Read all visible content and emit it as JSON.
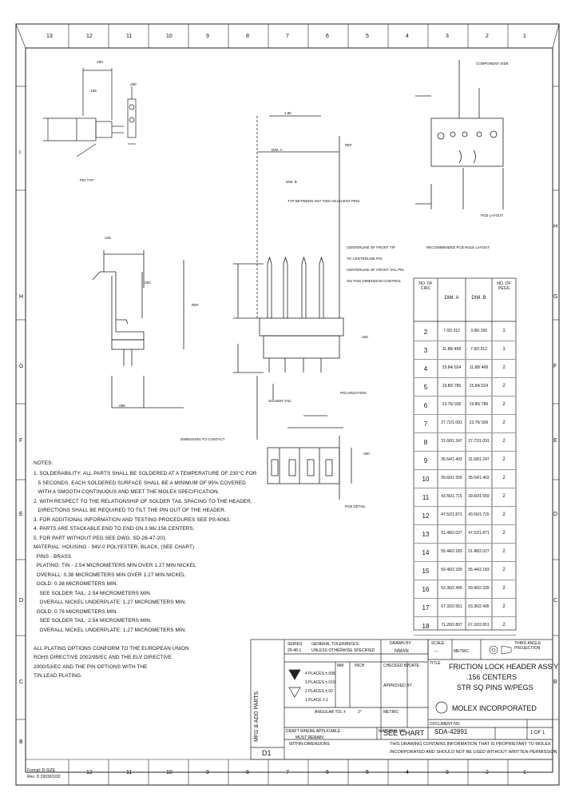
{
  "border": {
    "top_numbers": [
      "13",
      "12",
      "11",
      "10",
      "9",
      "8",
      "7",
      "6",
      "5",
      "4",
      "3",
      "2",
      "1"
    ],
    "bottom_numbers": [
      "12",
      "11",
      "10",
      "9",
      "8",
      "7",
      "6",
      "5",
      "4",
      "3",
      "2",
      "1"
    ],
    "side_letters_left": [
      "I",
      "H",
      "G",
      "F",
      "E",
      "D",
      "C",
      "B"
    ],
    "side_letters_right": [
      "H",
      "G",
      "F",
      "E",
      "D",
      "C",
      "B"
    ]
  },
  "notes": {
    "heading": "NOTES:",
    "lines": [
      "1. SOLDERABILITY: ALL PARTS SHALL BE SOLDERED AT A TEMPERATURE OF 230°C FOR",
      "   5 SECONDS. EACH SOLDERED SURFACE SHALL BE A MINIMUM OF 95% COVERED",
      "   WITH A SMOOTH CONTINUOUS AND MEET THE MOLEX SPECIFICATION.",
      "2. WITH RESPECT TO THE RELATIONSHIP OF SOLDER TAIL SPACING TO THE HEADER,",
      "   DIRECTIONS SHALL BE REQUIRED TO TILT THE PIN OUT OF THE HEADER.",
      "3. FOR ADDITIONAL INFORMATION AND TESTING PROCEDURES SEE PS-6063.",
      "4. PARTS ARE STACKABLE END TO END ON 3.96/.156 CENTERS.",
      "5. FOR PART WITHOUT PEG SEE DWG. SD-26-47-201",
      "MATERIAL: HOUSING - 94V-0 POLYESTER, BLACK, (SEE CHART)",
      "  PINS - BRASS",
      "  PLATING: TIN - 2.54 MICROMETERS MIN OVER 1.27 MIN NICKEL",
      "  OVERALL: 0.38 MICROMETERS MIN OVER 1.27 MIN NICKEL",
      "  GOLD: 0.38 MICROMETERS MIN.",
      "    SEE SOLDER TAIL: 2.54 MICROMETERS MIN",
      "    OVERALL NICKEL UNDERPLATE: 1.27 MICROMETERS MIN.",
      "  GOLD: 0.76 MICROMETERS MIN.",
      "    SEE SOLDER TAIL: 2.54 MICROMETERS MIN.",
      "    OVERALL NICKEL UNDERPLATE: 1.27 MICROMETERS MIN.",
      "",
      "ALL PLATING OPTIONS CONFORM TO THE EUROPEAN UNION",
      "ROHS DIRECTIVE 2002/95/EC AND THE ELV DIRECTIVE",
      "2000/53/EC AND THE PIN OPTIONS WITH THE",
      "TIN LEAD PLATING."
    ]
  },
  "chart": {
    "headers": [
      "NO. OF CIRC",
      "DIM. A",
      "DIM. B",
      "NO. OF PEGS"
    ],
    "rows": [
      {
        "circ": "2",
        "a": "7.92/.312",
        "b": "3.96/.156",
        "pegs": "1"
      },
      {
        "circ": "3",
        "a": "11.88/.468",
        "b": "7.92/.312",
        "pegs": "1"
      },
      {
        "circ": "4",
        "a": "15.84/.624",
        "b": "11.88/.468",
        "pegs": "2"
      },
      {
        "circ": "5",
        "a": "19.80/.780",
        "b": "15.84/.624",
        "pegs": "2"
      },
      {
        "circ": "6",
        "a": "23.76/.936",
        "b": "19.80/.780",
        "pegs": "2"
      },
      {
        "circ": "7",
        "a": "27.72/1.091",
        "b": "23.76/.936",
        "pegs": "2"
      },
      {
        "circ": "8",
        "a": "31.68/1.247",
        "b": "27.72/1.091",
        "pegs": "2"
      },
      {
        "circ": "9",
        "a": "35.64/1.403",
        "b": "31.68/1.247",
        "pegs": "2"
      },
      {
        "circ": "10",
        "a": "39.60/1.559",
        "b": "35.64/1.403",
        "pegs": "2"
      },
      {
        "circ": "11",
        "a": "43.56/1.715",
        "b": "39.60/1.559",
        "pegs": "2"
      },
      {
        "circ": "12",
        "a": "47.52/1.871",
        "b": "43.56/1.715",
        "pegs": "2"
      },
      {
        "circ": "13",
        "a": "51.48/2.027",
        "b": "47.52/1.871",
        "pegs": "2"
      },
      {
        "circ": "14",
        "a": "55.44/2.183",
        "b": "51.48/2.027",
        "pegs": "2"
      },
      {
        "circ": "15",
        "a": "59.40/2.339",
        "b": "55.44/2.183",
        "pegs": "2"
      },
      {
        "circ": "16",
        "a": "63.36/2.495",
        "b": "59.40/2.339",
        "pegs": "2"
      },
      {
        "circ": "17",
        "a": "67.32/2.651",
        "b": "63.36/2.495",
        "pegs": "2"
      },
      {
        "circ": "18",
        "a": "71.28/2.807",
        "b": "67.32/2.651",
        "pegs": "2"
      }
    ]
  },
  "labels": {
    "pcb_layout": "PCB LAYOUT",
    "recommended_pcb": "RECOMMENDED PCB HOLE LAYOUT",
    "component_side": "COMPONENT SIDE",
    "pin_typ": "PIN TYP",
    "ref": "REF",
    "dim_a": "DIM. A",
    "dim_b": "DIM. B",
    "centerline_1": "CENTERLINE OF FRONT TIP",
    "centerline_2": "TO CENTERLINE PIN",
    "centerline_3": "CENTERLINE OF FRONT TAIL PIN",
    "centerline_4": "ON THIS DIMENSION CONTROL",
    "polarization": "POLARIZATION",
    "solder_tab": "SOLDER TAIL",
    "pcb_detail": "PCB DETAIL",
    "dimension_note": "DIMENSION TO CONTACT",
    "sample_pin": "TYP BETWEEN ANY TWO ADJACENT PINS",
    "dim_values": [
      ".250",
      ".156",
      ".260",
      "1.85",
      ".160",
      ".090",
      ".063",
      ".245",
      ".090"
    ]
  },
  "title_block": {
    "series": "SERIES",
    "series_value": "26-48-1",
    "general_tol": "GENERAL TOLERANCES",
    "unless": "UNLESS OTHERWISE SPECIFIED",
    "drawn_by_label": "DRAWN BY",
    "drawn_by": "NMAN",
    "date_label": "DATE",
    "checked_label": "CHECKED BY",
    "approved_label": "APPROVED BY",
    "tol_rows": [
      {
        "places": "4 PLACES",
        "val": "±.005"
      },
      {
        "places": "3 PLACES",
        "val": "±.010"
      },
      {
        "places": "2 PLACES",
        "val": "±.02"
      },
      {
        "places": "1 PLACE",
        "val": "±.1"
      }
    ],
    "angular": "ANGULAR TOL ±",
    "angular_val": "2°",
    "mm_label": "MM",
    "inch_label": "INCH",
    "dim_units": "METRIC",
    "scale_label": "SCALE",
    "scale": "---",
    "title_label": "TITLE",
    "title_line1": "FRICTION LOCK HEADER ASS'Y",
    "title_line2": ".156 CENTERS",
    "title_line3": "STR SQ PINS W/PEGS",
    "company": "MOLEX INCORPORATED",
    "doc_label": "DOCUMENT NO.",
    "doc_no": "SDA-42891",
    "sheet": "1 OF 1",
    "material_label": "MATERIAL NO.",
    "material": "SEE CHART",
    "drafting_note1": "DRAFT WHERE APPLICABLE",
    "drafting_note2": "MUST REMAIN",
    "drafting_note3": "WITHIN DIMENSIONS",
    "revision": "D1",
    "projection": "THIRD ANGLE PROJECTION",
    "proprietary1": "THIS DRAWING CONTAINS INFORMATION THAT IS PROPRIETARY TO MOLEX",
    "proprietary2": "INCORPORATED AND SHOULD NOT BE USED WITHOUT WRITTEN PERMISSION",
    "rev_box": "MFG & ADD PARTS"
  },
  "footer": {
    "line1": "Format: D-SIZE",
    "line2": "Rev: D 2003/01/02"
  }
}
